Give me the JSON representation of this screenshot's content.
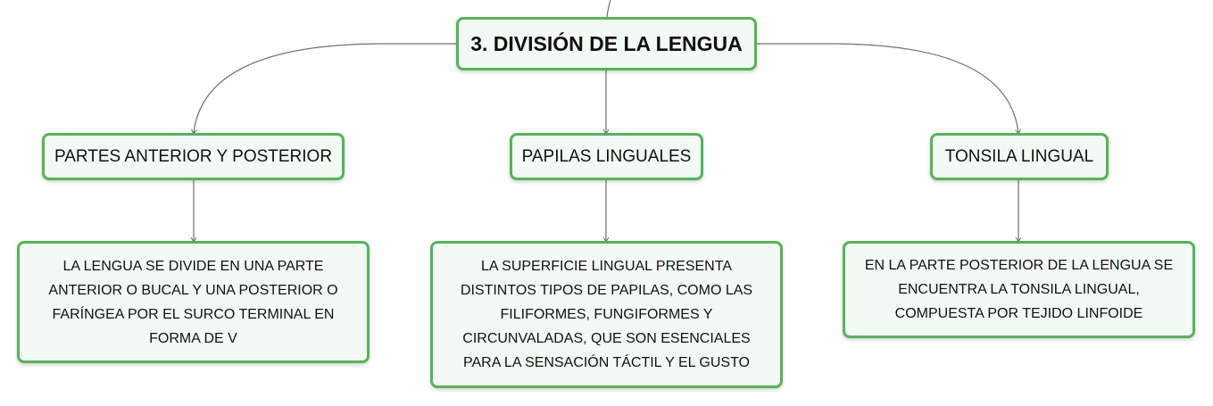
{
  "root": {
    "label": "3. DIVISIÓN DE LA LENGUA"
  },
  "topics": [
    {
      "label": "PARTES ANTERIOR Y POSTERIOR",
      "detail": "LA LENGUA SE DIVIDE EN UNA PARTE ANTERIOR O BUCAL Y UNA POSTERIOR O FARÍNGEA POR EL SURCO TERMINAL EN FORMA DE V"
    },
    {
      "label": "PAPILAS LINGUALES",
      "detail": "LA SUPERFICIE LINGUAL PRESENTA DISTINTOS TIPOS DE PAPILAS, COMO LAS FILIFORMES, FUNGIFORMES Y CIRCUNVALADAS, QUE SON ESENCIALES PARA LA SENSACIÓN TÁCTIL Y EL GUSTO"
    },
    {
      "label": "TONSILA LINGUAL",
      "detail": "EN LA PARTE POSTERIOR DE LA LENGUA SE ENCUENTRA LA TONSILA LINGUAL, COMPUESTA POR TEJIDO LINFOIDE"
    }
  ],
  "colors": {
    "border": "#55b35b",
    "fill": "#f3faf4",
    "connector": "#6f6f6f",
    "text": "#111111"
  }
}
